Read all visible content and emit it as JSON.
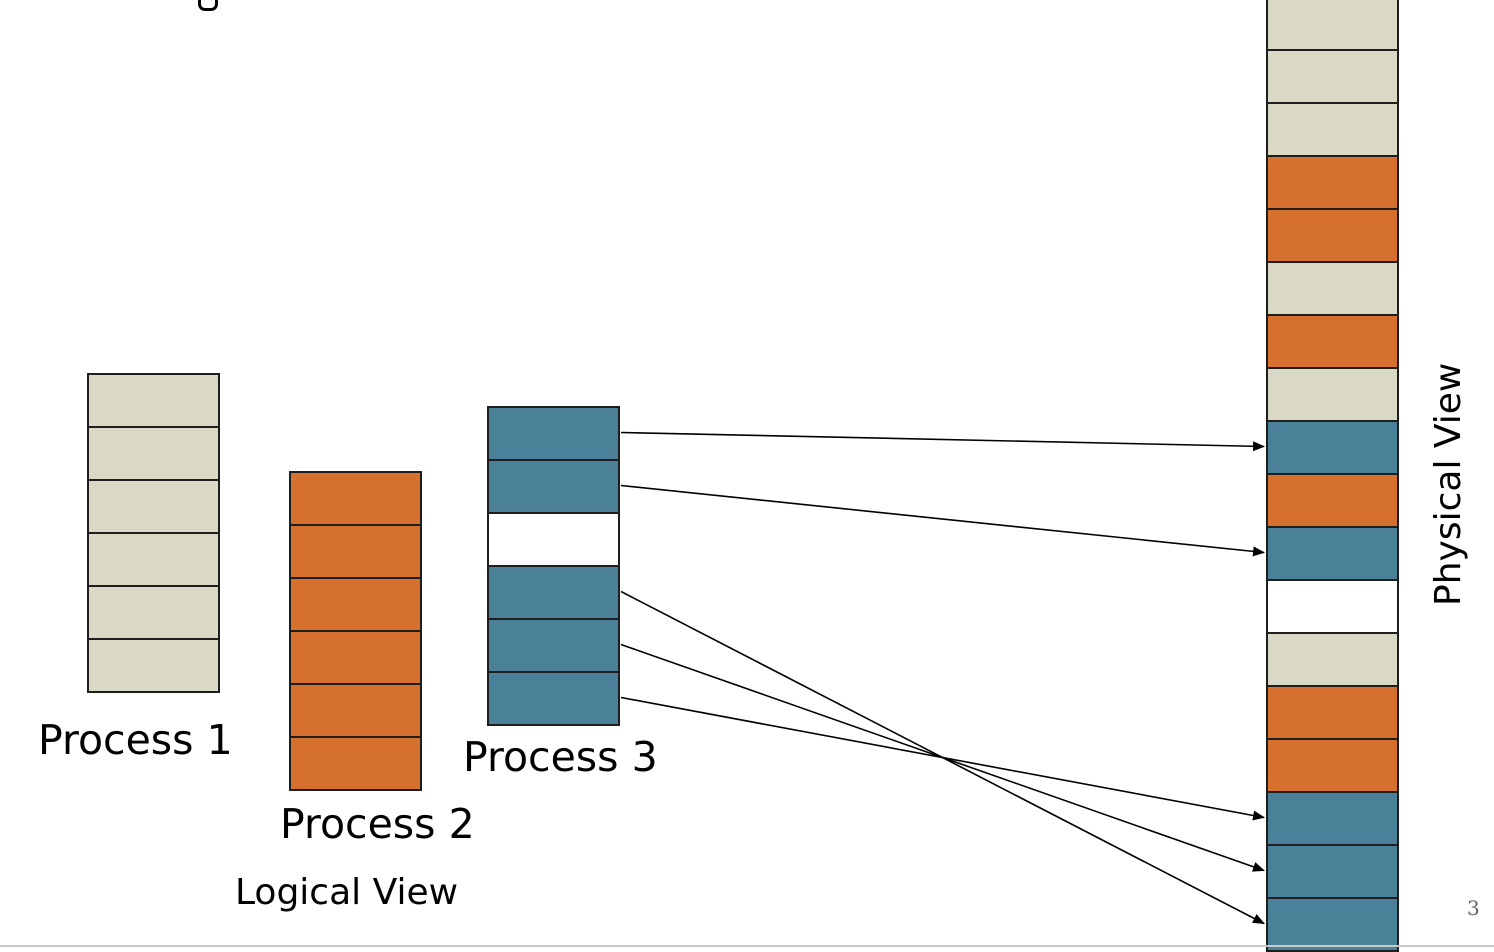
{
  "colors": {
    "process1": "#dad9c5",
    "process2": "#d5702e",
    "process3": "#4a8199",
    "free": "#ffffff",
    "border": "#1e1e1e",
    "arrow": "#000000"
  },
  "logical": {
    "title": "Logical View",
    "processes": [
      {
        "label": "Process 1",
        "pages": [
          "process1",
          "process1",
          "process1",
          "process1",
          "process1",
          "process1"
        ]
      },
      {
        "label": "Process 2",
        "pages": [
          "process2",
          "process2",
          "process2",
          "process2",
          "process2",
          "process2"
        ]
      },
      {
        "label": "Process 3",
        "pages": [
          "process3",
          "process3",
          "free",
          "process3",
          "process3",
          "process3"
        ]
      }
    ]
  },
  "physical": {
    "title": "Physical View",
    "frames": [
      "process1",
      "process1",
      "process1",
      "process2",
      "process2",
      "process1",
      "process2",
      "process1",
      "process3",
      "process2",
      "process3",
      "free",
      "process1",
      "process2",
      "process2",
      "process3",
      "process3",
      "process3"
    ]
  },
  "mappings": [
    {
      "from_page": 0,
      "to_frame": 8
    },
    {
      "from_page": 1,
      "to_frame": 10
    },
    {
      "from_page": 3,
      "to_frame": 17
    },
    {
      "from_page": 4,
      "to_frame": 16
    },
    {
      "from_page": 5,
      "to_frame": 15
    }
  ],
  "page_number": "3"
}
